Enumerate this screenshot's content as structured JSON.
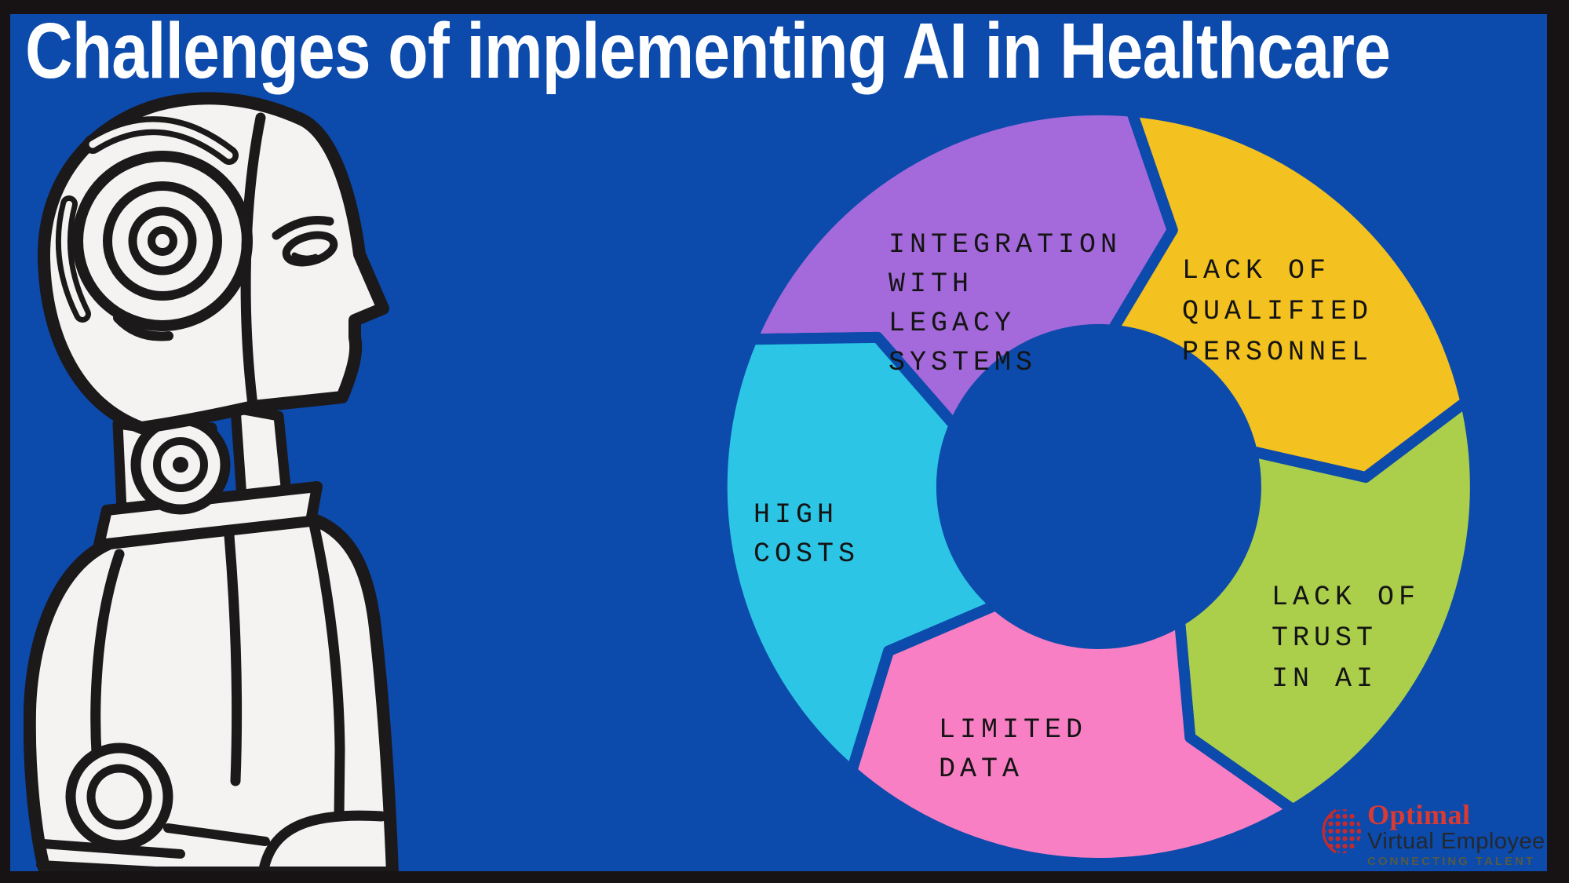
{
  "title": "Challenges of implementing AI in Healthcare",
  "diagram": {
    "type": "cycle",
    "description": "Five chevron ring segments arranged clockwise around a donut",
    "segments": [
      {
        "name": "integration-with-legacy-systems",
        "color": "#a469da",
        "lines": [
          "INTEGRATION",
          "WITH",
          "LEGACY",
          "SYSTEMS"
        ]
      },
      {
        "name": "lack-of-qualified-personnel",
        "color": "#f3c120",
        "lines": [
          "LACK OF",
          "QUALIFIED",
          "PERSONNEL"
        ]
      },
      {
        "name": "lack-of-trust-in-ai",
        "color": "#abce4b",
        "lines": [
          "LACK OF",
          "TRUST",
          "IN AI"
        ]
      },
      {
        "name": "limited-data",
        "color": "#f87fc4",
        "lines": [
          "LIMITED",
          "DATA"
        ]
      },
      {
        "name": "high-costs",
        "color": "#2cc5e5",
        "lines": [
          "HIGH",
          "COSTS"
        ]
      }
    ]
  },
  "logo": {
    "brand_line1": "Optimal",
    "brand_line2": "Virtual Employee",
    "tagline": "CONNECTING TALENT",
    "accent_color": "#d93a32"
  },
  "colors": {
    "background": "#0c4aac",
    "frame": "#171314",
    "ink": "#1b191a",
    "robot_fill": "#f4f3f1",
    "title_text": "#ffffff"
  }
}
